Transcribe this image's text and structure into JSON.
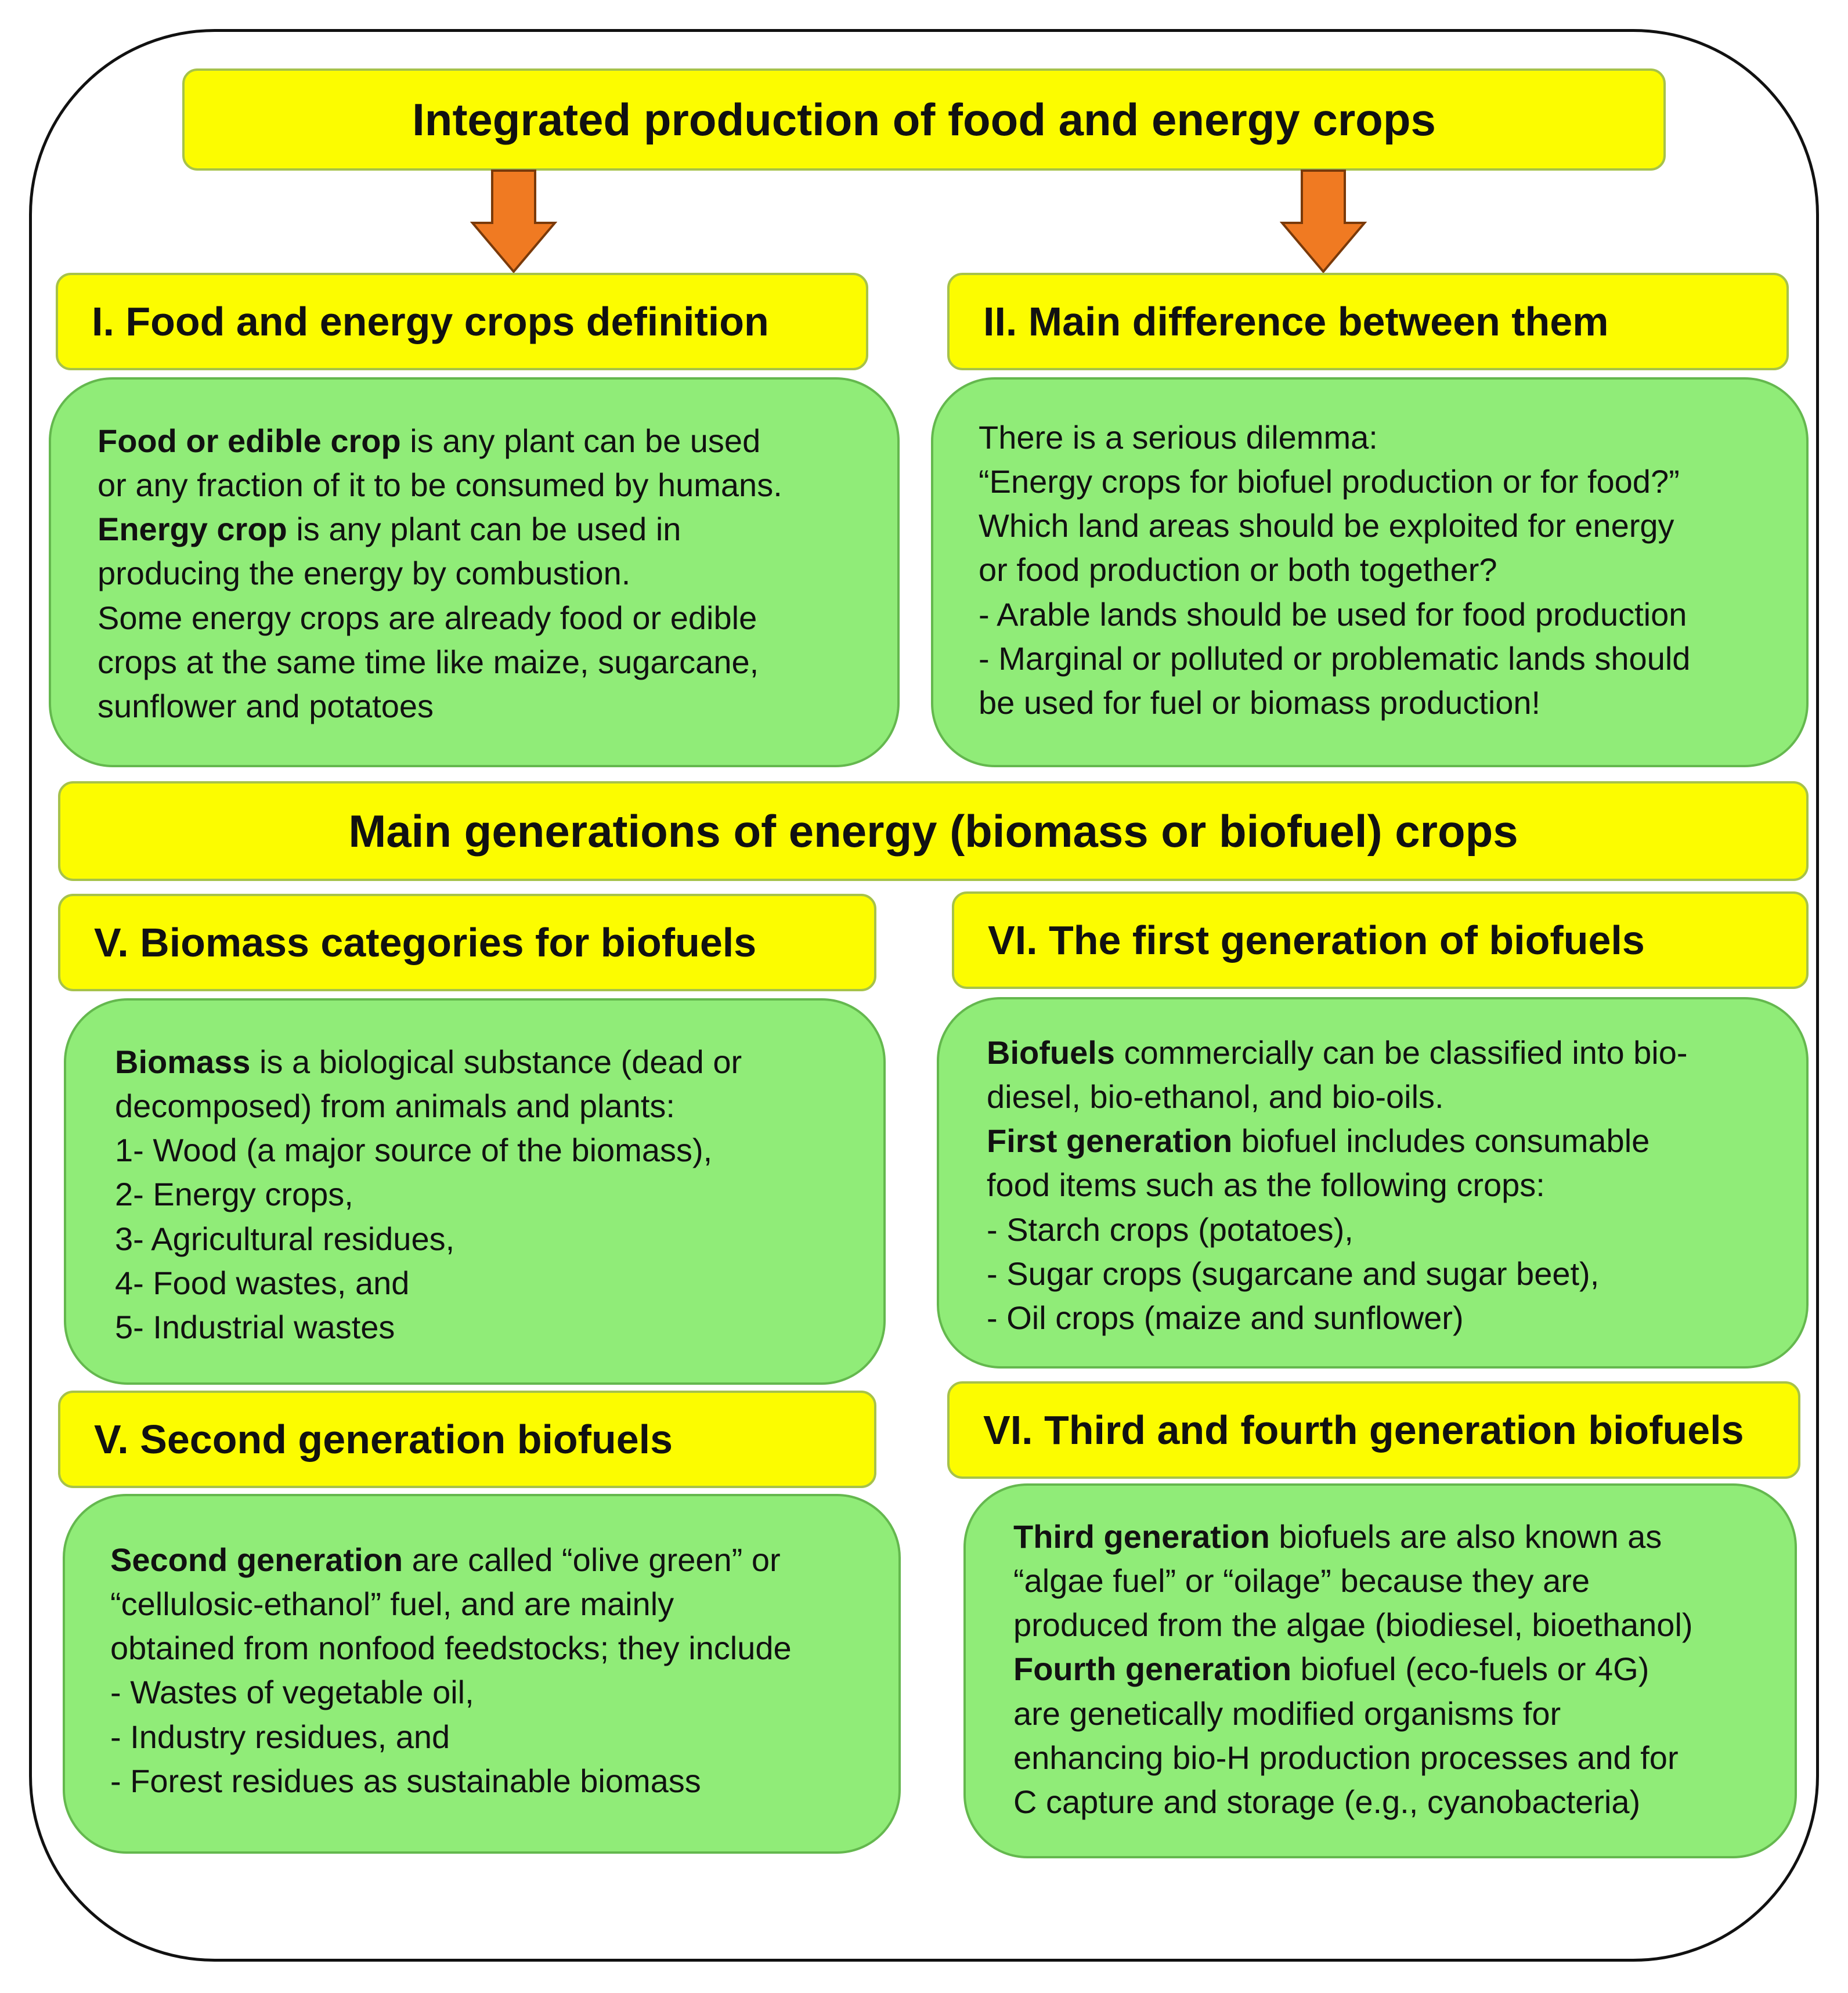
{
  "title": "Integrated production of food and energy crops",
  "section1": {
    "heading": "I. Food and energy crops definition",
    "body": [
      {
        "bold": "Food or edible crop",
        "text": " is any plant can be used"
      },
      {
        "bold": "",
        "text": "or any fraction of it to be consumed by humans."
      },
      {
        "bold": "Energy crop",
        "text": " is any plant can be used in"
      },
      {
        "bold": "",
        "text": "producing the energy by combustion."
      },
      {
        "bold": "",
        "text": "Some energy crops are already food or edible"
      },
      {
        "bold": "",
        "text": "crops at the same time like maize, sugarcane,"
      },
      {
        "bold": "",
        "text": "sunflower and potatoes"
      }
    ]
  },
  "section2": {
    "heading": "II. Main difference between them",
    "body": [
      {
        "bold": "",
        "text": "There is a serious dilemma:"
      },
      {
        "bold": "",
        "text": "“Energy crops for biofuel production or for food?”"
      },
      {
        "bold": "",
        "text": "Which land areas should be exploited for energy"
      },
      {
        "bold": "",
        "text": "or food production or both together?"
      },
      {
        "bold": "",
        "text": "- Arable lands should be used for food production"
      },
      {
        "bold": "",
        "text": "- Marginal or polluted or problematic lands should"
      },
      {
        "bold": "",
        "text": "be used for fuel or biomass production!"
      }
    ]
  },
  "generations_heading": "Main generations of energy (biomass or biofuel) crops",
  "section5": {
    "heading": "V. Biomass categories for biofuels",
    "body": [
      {
        "bold": "Biomass",
        "text": " is a biological substance (dead or"
      },
      {
        "bold": "",
        "text": "decomposed) from animals and plants:"
      },
      {
        "bold": "",
        "text": "1- Wood (a major source of the biomass),"
      },
      {
        "bold": "",
        "text": "2- Energy crops,"
      },
      {
        "bold": "",
        "text": "3- Agricultural residues,"
      },
      {
        "bold": "",
        "text": "4- Food wastes, and"
      },
      {
        "bold": "",
        "text": "5- Industrial wastes"
      }
    ]
  },
  "section6": {
    "heading": "VI. The first generation of biofuels",
    "body": [
      {
        "bold": "Biofuels",
        "text": " commercially can be classified into bio-"
      },
      {
        "bold": "",
        "text": "diesel, bio-ethanol, and bio-oils."
      },
      {
        "bold": "First generation",
        "text": " biofuel includes consumable"
      },
      {
        "bold": "",
        "text": "food items such as the following crops:"
      },
      {
        "bold": "",
        "text": "- Starch crops (potatoes),"
      },
      {
        "bold": "",
        "text": "- Sugar crops (sugarcane and sugar beet),"
      },
      {
        "bold": "",
        "text": "- Oil crops (maize and sunflower)"
      }
    ]
  },
  "section7": {
    "heading": "V. Second generation biofuels",
    "body": [
      {
        "bold": "Second generation",
        "text": " are called “olive green” or"
      },
      {
        "bold": "",
        "text": "“cellulosic-ethanol” fuel, and are mainly"
      },
      {
        "bold": "",
        "text": "obtained from nonfood feedstocks; they include"
      },
      {
        "bold": "",
        "text": "- Wastes of vegetable oil,"
      },
      {
        "bold": "",
        "text": "- Industry residues, and"
      },
      {
        "bold": "",
        "text": "- Forest residues as sustainable biomass"
      }
    ]
  },
  "section8": {
    "heading": "VI. Third and fourth generation biofuels",
    "body": [
      {
        "bold": "Third generation",
        "text": " biofuels are also known as"
      },
      {
        "bold": "",
        "text": "“algae fuel” or “oilage” because they are"
      },
      {
        "bold": "",
        "text": "produced from the algae (biodiesel, bioethanol)"
      },
      {
        "bold": "Fourth generation",
        "text": " biofuel (eco-fuels or 4G)"
      },
      {
        "bold": "",
        "text": "are genetically modified organisms for"
      },
      {
        "bold": "",
        "text": "enhancing bio-H production processes and for"
      },
      {
        "bold": "",
        "text": "C capture and storage (e.g., cyanobacteria)"
      }
    ]
  },
  "colors": {
    "heading_fill": "#fcfc00",
    "body_fill": "#90ec78",
    "arrow_fill": "#f07a22"
  }
}
